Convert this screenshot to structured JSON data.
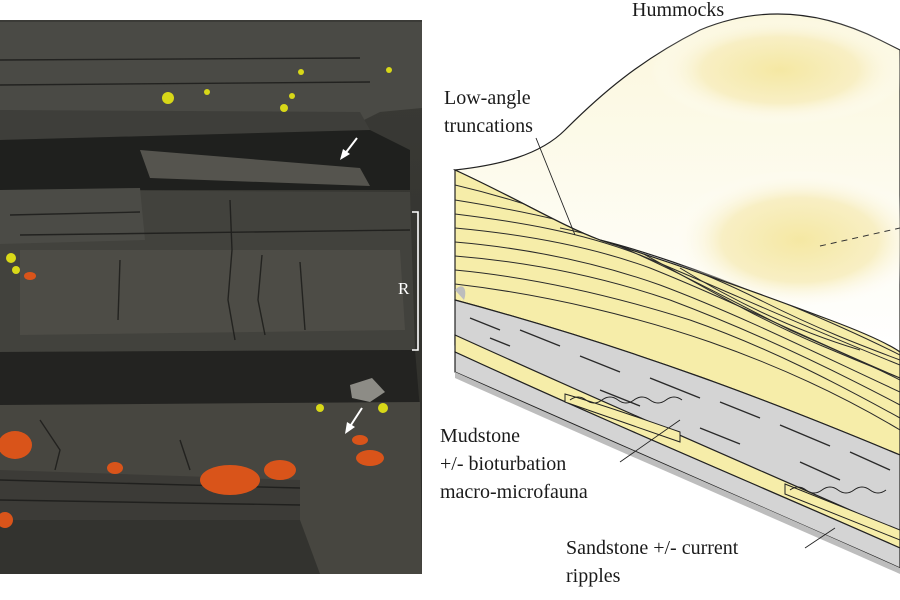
{
  "photo": {
    "scale_label": "R"
  },
  "diagram": {
    "labels": {
      "hummocks": "Hummocks",
      "low_angle_1": "Low-angle",
      "low_angle_2": "truncations",
      "mudstone_1": "Mudstone",
      "mudstone_2": "+/- bioturbation",
      "mudstone_3": "macro-microfauna",
      "sandstone_1": "Sandstone +/- current",
      "sandstone_2": "ripples"
    },
    "colors": {
      "sand": "#f6eda9",
      "sand_light": "#faf4cc",
      "mud": "#d4d4d4",
      "mud_edge": "#bdbdbd",
      "lichen_yellow": "#d8d818",
      "lichen_orange": "#d9541a",
      "rock_dark": "#2f302d"
    }
  }
}
